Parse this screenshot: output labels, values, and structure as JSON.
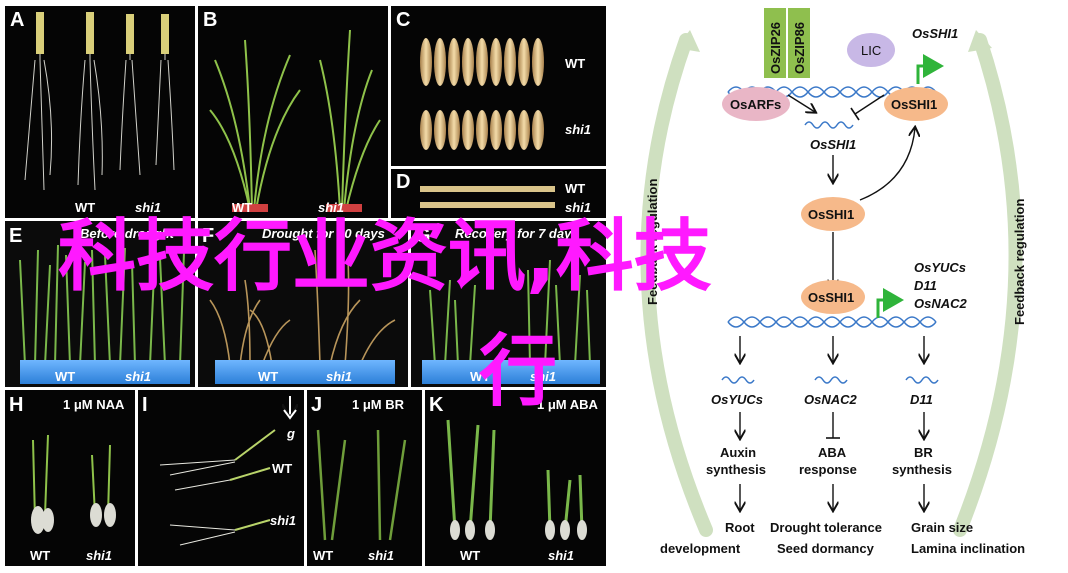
{
  "panels": {
    "A": {
      "letter": "A",
      "wt": "WT",
      "mut": "shi1",
      "cond": "Before drought"
    },
    "B": {
      "letter": "B",
      "wt": "WT",
      "mut": "shi1"
    },
    "C": {
      "letter": "C",
      "wt": "WT",
      "mut": "shi1"
    },
    "D": {
      "letter": "D",
      "wt": "WT",
      "mut": "shi1"
    },
    "E": {
      "letter": "E",
      "wt": "WT",
      "mut": "shi1"
    },
    "F": {
      "letter": "F",
      "cond": "Drought for 20 days",
      "wt": "WT",
      "mut": "shi1"
    },
    "G": {
      "letter": "G",
      "cond": "Recovery for 7 days",
      "wt": "WT",
      "mut": "shi1"
    },
    "H": {
      "letter": "H",
      "treat": "1 μM NAA",
      "wt": "WT",
      "mut": "shi1"
    },
    "I": {
      "letter": "I",
      "g": "g",
      "wt": "WT",
      "mut": "shi1"
    },
    "J": {
      "letter": "J",
      "treat": "1 μM BR",
      "wt": "WT",
      "mut": "shi1"
    },
    "K": {
      "letter": "K",
      "treat": "1 μM ABA",
      "wt": "WT",
      "mut": "shi1"
    }
  },
  "diagram": {
    "zip26": "OsZIP26",
    "zip86": "OsZIP86",
    "lic": "LIC",
    "shi1_top": "OsSHI1",
    "arfs": "OsARFs",
    "shi1_right": "OsSHI1",
    "mrna_top": "OsSHI1",
    "shi1_mid": "OsSHI1",
    "shi1_bottom": "OsSHI1",
    "yucs_target": "OsYUCs",
    "d11_target": "D11",
    "nac2_target": "OsNAC2",
    "feedback_left": "Feedback regulation",
    "feedback_right": "Feedback regulation",
    "cols": [
      {
        "gene": "OsYUCs",
        "proc1": "Auxin",
        "proc2": "synthesis",
        "out1": "Root",
        "out2": "development"
      },
      {
        "gene": "OsNAC2",
        "proc1": "ABA",
        "proc2": "response",
        "out1": "Drought tolerance",
        "out2": "Seed dormancy"
      },
      {
        "gene": "D11",
        "proc1": "BR",
        "proc2": "synthesis",
        "out1": "Grain size",
        "out2": "Lamina inclination"
      }
    ]
  },
  "overlay": {
    "line1": "科技行业资讯,科技",
    "line2": "行"
  },
  "colors": {
    "overlay": "#ff19ff",
    "dna": "#3a78c8",
    "arfs": "#e9b6c6",
    "shi1": "#f6b98a",
    "lic": "#c8b8e6",
    "zip": "#8fbf4e",
    "green_arrow": "#2fb43a",
    "feedback": "#cfe0c0"
  }
}
